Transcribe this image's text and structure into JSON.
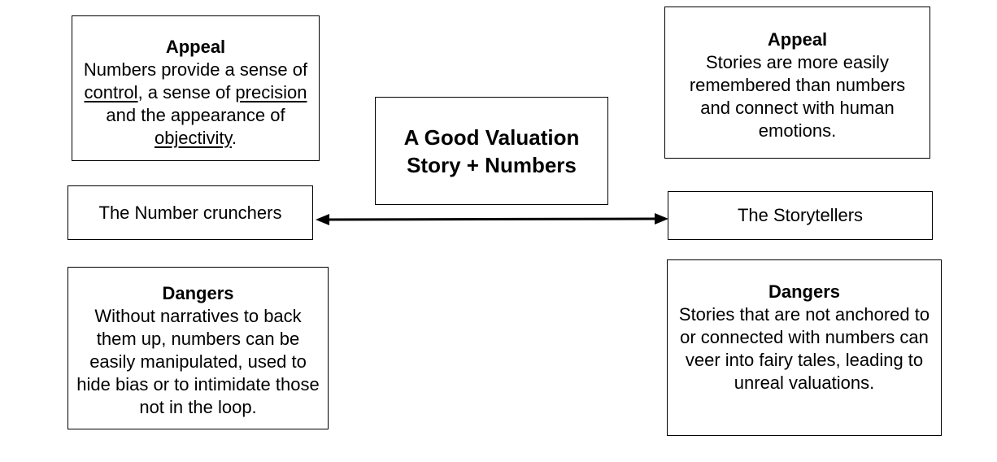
{
  "appeal_left": {
    "title": "Appeal",
    "line1": "Numbers provide a sense of ",
    "u1": "control",
    "line2": ", a sense of ",
    "u2": "precision",
    "line3": " and the appearance of ",
    "u3": "objectivity",
    "line4": "."
  },
  "appeal_right": {
    "title": "Appeal",
    "body": "Stories are more easily remembered than numbers and connect with human emotions."
  },
  "center": {
    "line1": "A Good Valuation",
    "line2": "Story + Numbers"
  },
  "left_label": "The Number crunchers",
  "right_label": "The Storytellers",
  "dangers_left": {
    "title": "Dangers",
    "body": "Without narratives to back them up, numbers can be easily manipulated, used to hide bias or to intimidate those not in the loop."
  },
  "dangers_right": {
    "title": "Dangers",
    "body": "Stories that are not anchored to or connected with numbers can veer into fairy tales, leading to unreal valuations."
  }
}
